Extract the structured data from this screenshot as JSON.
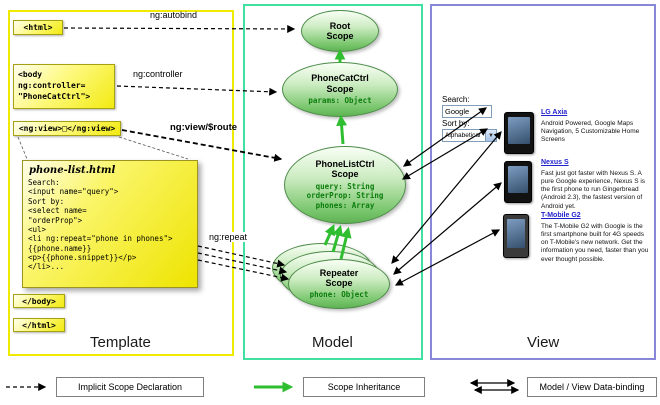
{
  "template_panel": {
    "label": "Template",
    "tags": {
      "html_open": "<html>",
      "body_open": "<body\nng:controller=\n\"PhoneCatCtrl\">",
      "ng_view": "<ng:view>□</ng:view>",
      "body_close": "</body>",
      "html_close": "</html>"
    },
    "note": {
      "title": "phone-list.html",
      "code": "Search:\n<input name=\"query\">\nSort by:\n<select name=\n\"orderProp\">\n<ul>\n<li ng:repeat=\"phone in phones\">\n{{phone.name}}\n<p>{{phone.snippet}}</p>\n</li>..."
    }
  },
  "annotations": {
    "ng_autobind": "ng:autobind",
    "ng_controller": "ng:controller",
    "ng_view_route": "ng:view/$route",
    "ng_repeat": "ng:repeat"
  },
  "model_panel": {
    "label": "Model",
    "scopes": [
      {
        "title": "Root\nScope",
        "props": ""
      },
      {
        "title": "PhoneCatCtrl\nScope",
        "props": "params: Object"
      },
      {
        "title": "PhoneListCtrl\nScope",
        "props": "query: String\norderProp: String\nphones: Array"
      },
      {
        "title": "Repeater\nScope",
        "props": "phone: Object"
      }
    ]
  },
  "view_panel": {
    "label": "View",
    "search_label": "Search:",
    "search_value": "Google",
    "sort_label": "Sort by:",
    "sort_value": "Alphabetical",
    "sort_dropdown_icon": "▼",
    "phones": [
      {
        "name": "LG Axia",
        "description": "Android Powered, Google Maps Navigation, 5 Customizable Home Screens"
      },
      {
        "name": "Nexus S",
        "description": "Fast just got faster with Nexus S. A pure Google experience, Nexus S is the first phone to run Gingerbread (Android 2.3), the fastest version of Android yet."
      },
      {
        "name": "T-Mobile G2",
        "description": "The T-Mobile G2 with Google is the first smartphone built for 4G speeds on T-Mobile's new network. Get the information you need, faster than you ever thought possible."
      }
    ]
  },
  "legend": {
    "implicit": "Implicit Scope Declaration",
    "inheritance": "Scope Inheritance",
    "databinding": "Model / View Data-binding"
  },
  "colors": {
    "sticky_yellow": "#f2ea12",
    "template_border": "#f0e900",
    "model_border": "#3fe0a0",
    "view_border": "#8888d8",
    "scope_green": "#77c56b",
    "inheritance_green": "#2fbe2f",
    "link_blue": "#2222cc"
  }
}
